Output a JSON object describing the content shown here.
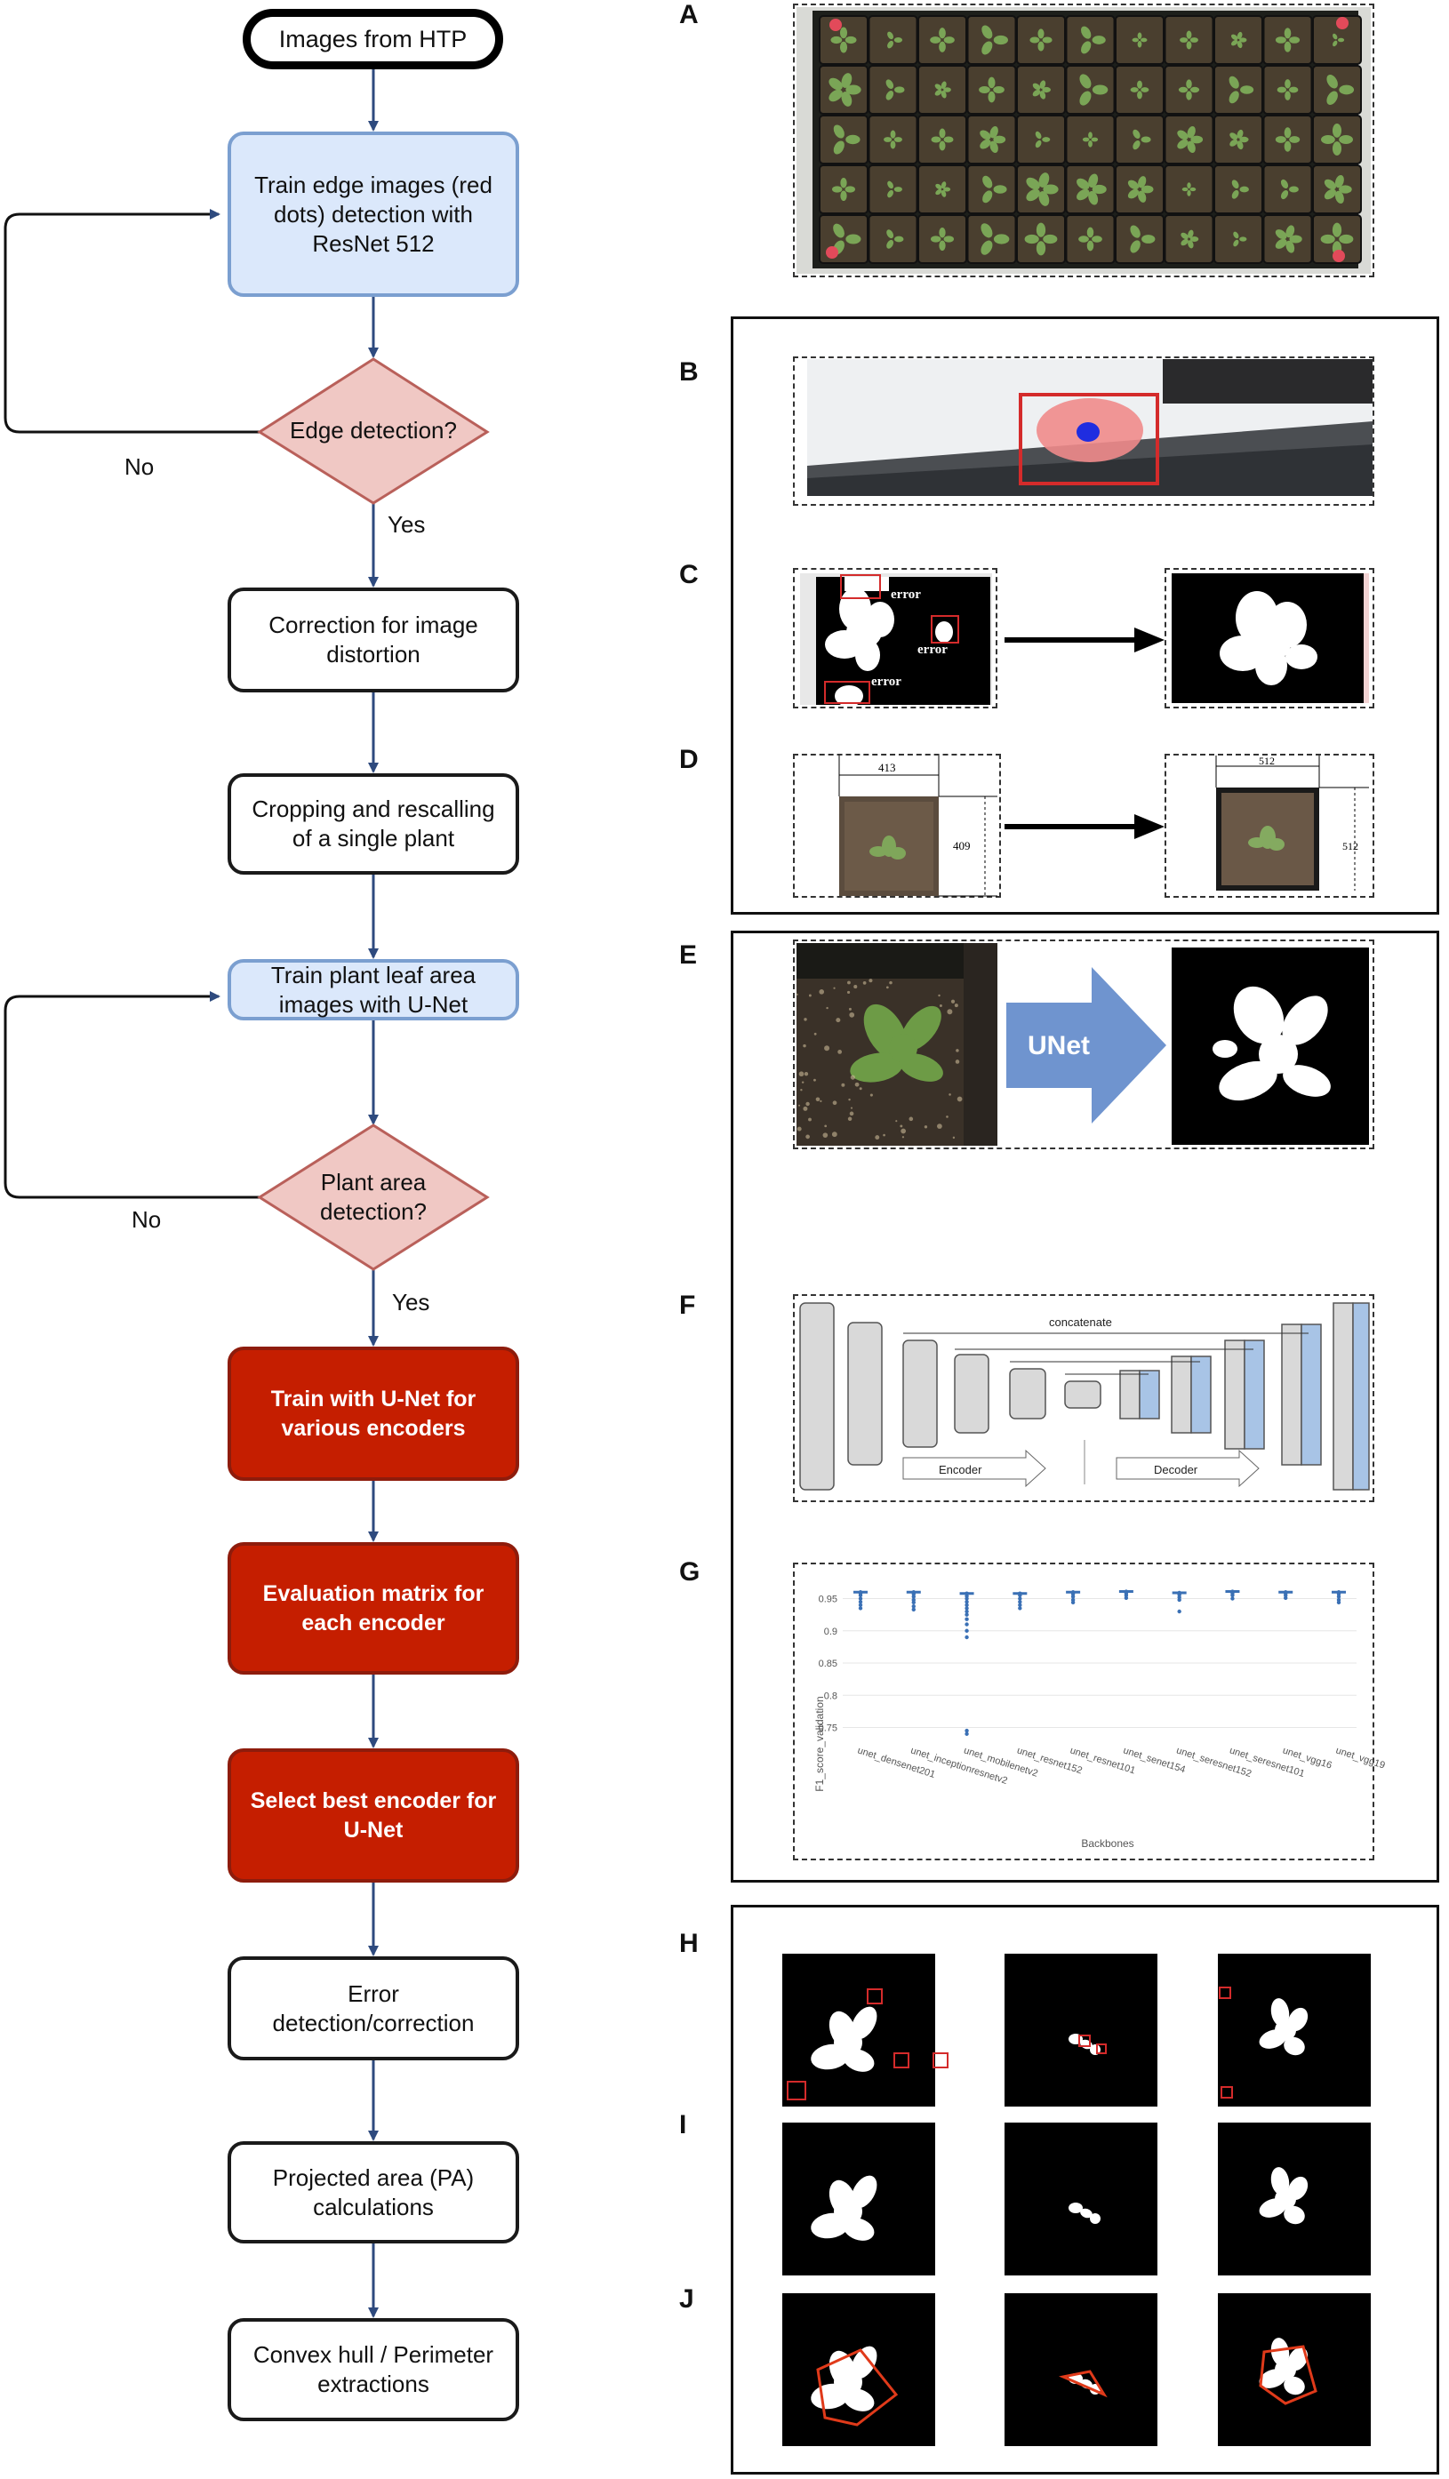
{
  "flowchart": {
    "start": "Images from HTP",
    "step_edge_training": "Train edge images (red\ndots) detection with\nResNet 512",
    "decision_edge": "Edge detection?",
    "step_distortion": "Correction for image\ndistortion",
    "step_cropping": "Cropping and rescalling\nof a single plant",
    "step_leaf_training": "Train plant leaf area\nimages with U-Net",
    "decision_area": "Plant area\ndetection?",
    "step_encoders": "Train with U-Net for\nvarious encoders",
    "step_eval": "Evaluation matrix for\neach encoder",
    "step_select": "Select best encoder for\nU-Net",
    "step_error": "Error\ndetection/correction",
    "step_pa": "Projected area (PA)\ncalculations",
    "step_hull": "Convex hull / Perimeter\nextractions",
    "label_no_1": "No",
    "label_yes_1": "Yes",
    "label_no_2": "No",
    "label_yes_2": "Yes"
  },
  "panels": {
    "labels": [
      "A",
      "B",
      "C",
      "D",
      "E",
      "F",
      "G",
      "H",
      "I",
      "J"
    ],
    "c_error_text": "error",
    "d_left_width": "413",
    "d_left_height": "409",
    "d_right_width": "512",
    "d_right_height": "512",
    "e_arrow_text": "UNet",
    "f_concat": "concatenate",
    "f_encoder": "Encoder",
    "f_decoder": "Decoder"
  },
  "chart_data": {
    "type": "scatter",
    "ylabel": "F1_score_validation",
    "xlabel": "Backbones",
    "yticks": [
      0.75,
      0.8,
      0.85,
      0.9,
      0.95
    ],
    "ylim": [
      0.73,
      0.97
    ],
    "categories": [
      "unet_densenet201",
      "unet_inceptionresnetv2",
      "unet_mobilenetv2",
      "unet_resnet152",
      "unet_resnet101",
      "unet_senet154",
      "unet_seresnet152",
      "unet_seresnet101",
      "unet_vgg16",
      "unet_vgg19"
    ],
    "series": [
      {
        "values": [
          [
            0.96,
            0.958,
            0.955,
            0.95,
            0.945,
            0.94,
            0.935
          ],
          [
            0.96,
            0.957,
            0.953,
            0.948,
            0.944,
            0.938,
            0.933
          ],
          [
            0.958,
            0.954,
            0.95,
            0.945,
            0.94,
            0.935,
            0.93,
            0.925,
            0.918,
            0.91,
            0.9,
            0.89,
            0.745,
            0.74
          ],
          [
            0.958,
            0.955,
            0.95,
            0.945,
            0.94,
            0.935
          ],
          [
            0.96,
            0.957,
            0.953,
            0.948,
            0.944
          ],
          [
            0.961,
            0.958,
            0.955,
            0.951
          ],
          [
            0.959,
            0.956,
            0.952,
            0.948,
            0.93
          ],
          [
            0.961,
            0.958,
            0.955,
            0.95
          ],
          [
            0.96,
            0.958,
            0.955,
            0.951
          ],
          [
            0.96,
            0.957,
            0.953,
            0.948,
            0.944
          ]
        ]
      }
    ]
  },
  "colors": {
    "arrow": "#2e4a7e",
    "blue_fill": "#dbe8fb",
    "red_fill": "#c51e00",
    "diamond_fill": "#f0c8c4",
    "unet_arrow": "#6f94cf",
    "point": "#3a70b5"
  }
}
